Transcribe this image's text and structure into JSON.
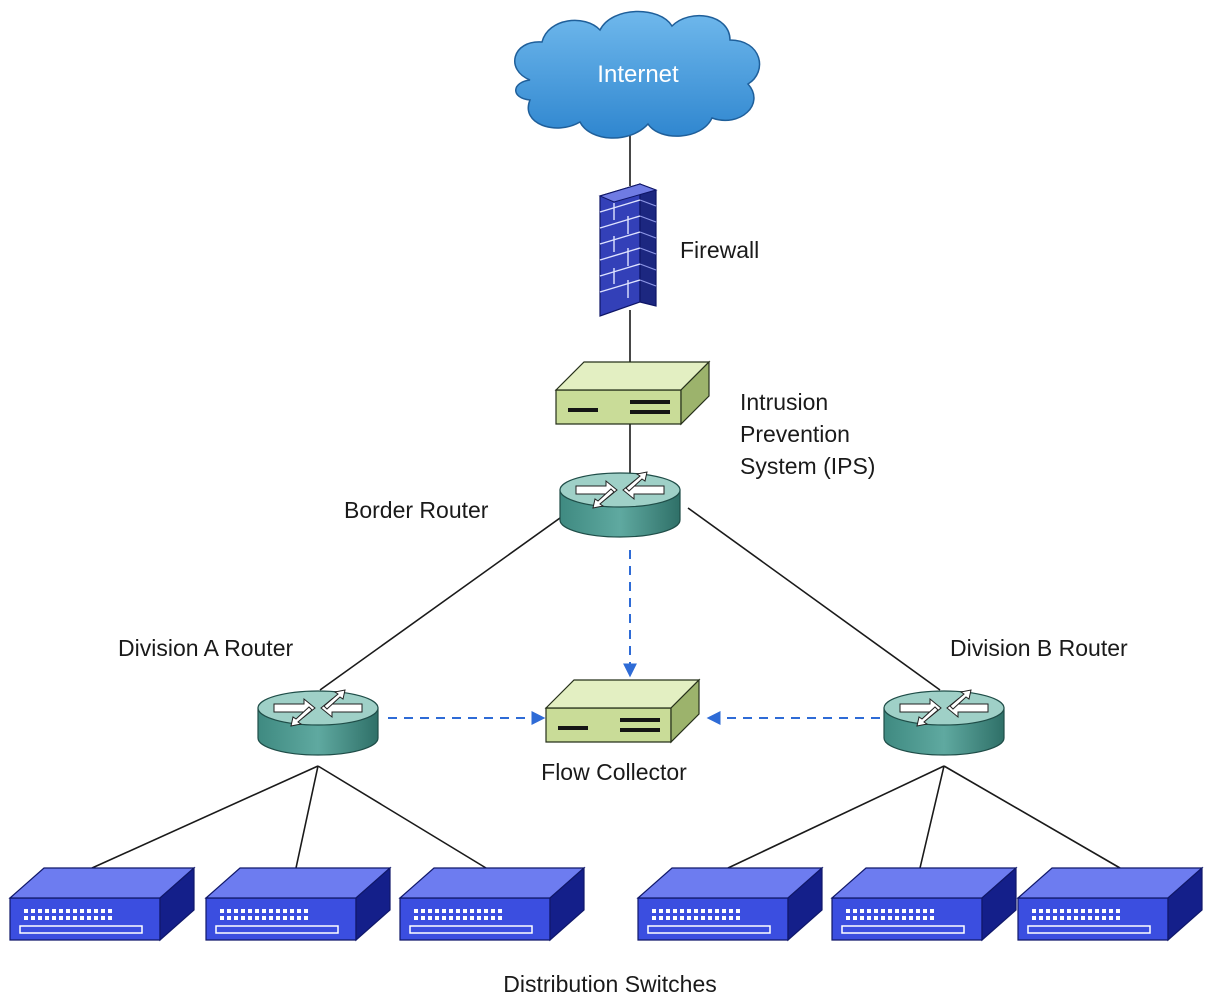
{
  "nodes": {
    "internet": "Internet",
    "firewall": "Firewall",
    "ips": [
      "Intrusion",
      "Prevention",
      "System (IPS)"
    ],
    "border_router": "Border Router",
    "division_a_router": "Division A Router",
    "division_b_router": "Division B Router",
    "flow_collector": "Flow Collector",
    "distribution_switches": "Distribution Switches"
  },
  "colors": {
    "cloud": "#3f95d8",
    "firewall": "#3340b8",
    "appliance": "#c9dc98",
    "router": "#5fa9a0",
    "switch": "#2f3fd0",
    "flow_link": "#2e6bd6"
  },
  "icons": {
    "internet": "cloud-icon",
    "firewall": "brick-wall-icon",
    "ips": "appliance-icon",
    "routers": "router-icon",
    "flow_collector": "appliance-icon",
    "switches": "switch-icon"
  }
}
